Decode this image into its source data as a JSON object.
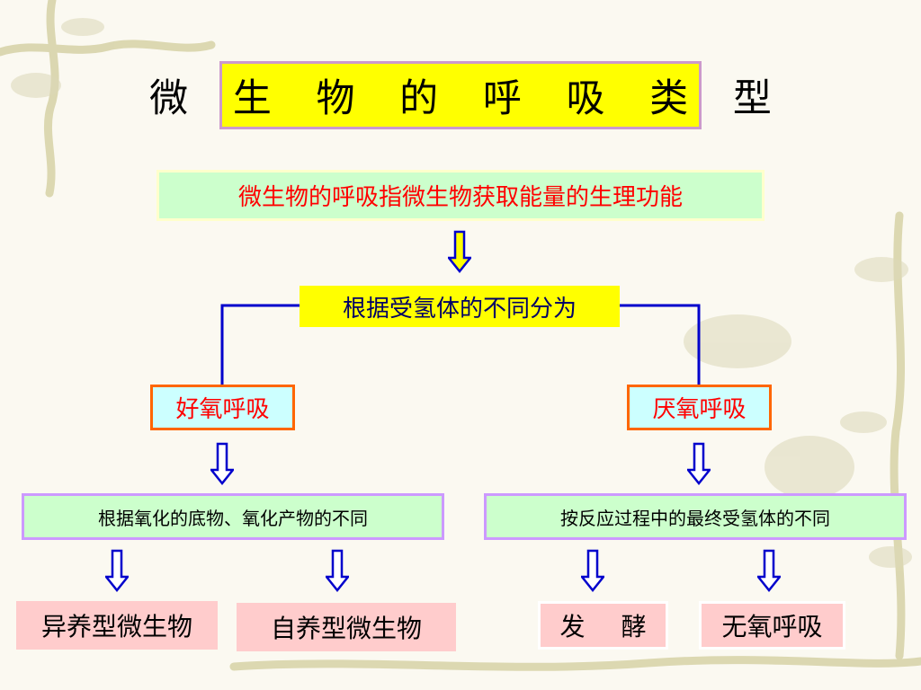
{
  "title": "微 生 物 的 呼 吸 类 型",
  "definition": "微生物的呼吸指微生物获取能量的生理功能",
  "classification": "根据受氢体的不同分为",
  "aerobic": {
    "label": "好氧呼吸",
    "criterion": "根据氧化的底物、氧化产物的不同",
    "types": [
      "异养型微生物",
      "自养型微生物"
    ]
  },
  "anaerobic": {
    "label": "厌氧呼吸",
    "criterion": "按反应过程中的最终受氢体的不同",
    "types": [
      "发酵",
      "无氧呼吸"
    ]
  },
  "colors": {
    "title_bg": "#ffff00",
    "definition_text": "#ff0000",
    "connector_line": "#0000cc",
    "arrow_fill": "#ffff00",
    "arrow_stroke": "#0000cc"
  }
}
